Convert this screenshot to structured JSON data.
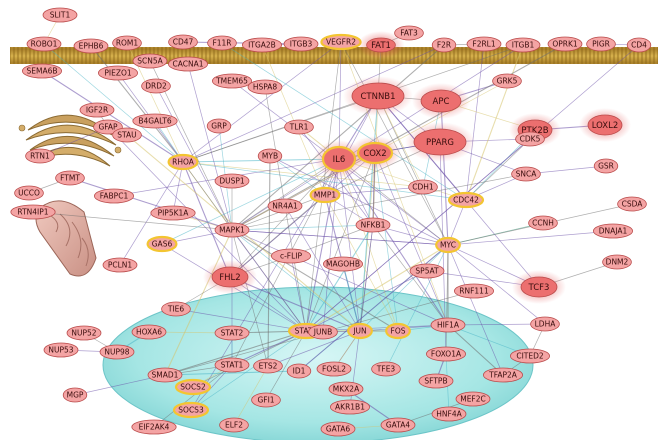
{
  "colors": {
    "node_fill": "#f4a4a4",
    "node_fill_strong": "#ec6f6f",
    "node_stroke": "#b94a4a",
    "highlight_stroke": "#f3c531",
    "membrane": "#b38a2e",
    "nucleus": "#9be3e1",
    "edge_purple": "#6a4ea8",
    "edge_gray": "#6e6e6e",
    "edge_yellow": "#d6c36a",
    "edge_cyan": "#49b5c6"
  },
  "nodes": [
    {
      "id": "SLIT1",
      "label": "SLIT1",
      "hl": false,
      "strong": false
    },
    {
      "id": "ROBO1",
      "label": "ROBO1",
      "hl": false,
      "strong": false
    },
    {
      "id": "EPHB6",
      "label": "EPHB6",
      "hl": false,
      "strong": false
    },
    {
      "id": "ROM1",
      "label": "ROM1",
      "hl": false,
      "strong": false
    },
    {
      "id": "CD47",
      "label": "CD47",
      "hl": false,
      "strong": false
    },
    {
      "id": "F11R",
      "label": "F11R",
      "hl": false,
      "strong": false
    },
    {
      "id": "ITGA2B",
      "label": "ITGA2B",
      "hl": false,
      "strong": false
    },
    {
      "id": "ITGB3",
      "label": "ITGB3",
      "hl": false,
      "strong": false
    },
    {
      "id": "VEGFR2",
      "label": "VEGFR2",
      "hl": true,
      "strong": false
    },
    {
      "id": "FAT1",
      "label": "FAT1",
      "hl": false,
      "strong": true
    },
    {
      "id": "FAT3",
      "label": "FAT3",
      "hl": false,
      "strong": false
    },
    {
      "id": "F2R",
      "label": "F2R",
      "hl": false,
      "strong": false
    },
    {
      "id": "F2RL1",
      "label": "F2RL1",
      "hl": false,
      "strong": false
    },
    {
      "id": "ITGB1",
      "label": "ITGB1",
      "hl": false,
      "strong": false
    },
    {
      "id": "OPRK1",
      "label": "OPRK1",
      "hl": false,
      "strong": false
    },
    {
      "id": "PIGR",
      "label": "PIGR",
      "hl": false,
      "strong": false
    },
    {
      "id": "CD4",
      "label": "CD4",
      "hl": false,
      "strong": false
    },
    {
      "id": "SEMA6B",
      "label": "SEMA6B",
      "hl": false,
      "strong": false
    },
    {
      "id": "PIEZO1",
      "label": "PIEZO1",
      "hl": false,
      "strong": false
    },
    {
      "id": "SCN5A",
      "label": "SCN5A",
      "hl": false,
      "strong": false
    },
    {
      "id": "CACNA1",
      "label": "CACNA1",
      "hl": false,
      "strong": false
    },
    {
      "id": "DRD2",
      "label": "DRD2",
      "hl": false,
      "strong": false
    },
    {
      "id": "TMEM65",
      "label": "TMEM65",
      "hl": false,
      "strong": false
    },
    {
      "id": "HSPA8",
      "label": "HSPA8",
      "hl": false,
      "strong": false
    },
    {
      "id": "CTNNB1",
      "label": "CTNNB1",
      "hl": false,
      "strong": true
    },
    {
      "id": "APC",
      "label": "APC",
      "hl": false,
      "strong": true
    },
    {
      "id": "GRK5",
      "label": "GRK5",
      "hl": false,
      "strong": false
    },
    {
      "id": "PTK2B",
      "label": "PTK2B",
      "hl": false,
      "strong": true
    },
    {
      "id": "LOXL2",
      "label": "LOXL2",
      "hl": false,
      "strong": true
    },
    {
      "id": "IGF2R",
      "label": "IGF2R",
      "hl": false,
      "strong": false
    },
    {
      "id": "GFAP",
      "label": "GFAP",
      "hl": false,
      "strong": false
    },
    {
      "id": "STAU",
      "label": "STAU",
      "hl": false,
      "strong": false
    },
    {
      "id": "B4GALT6",
      "label": "B4GALT6",
      "hl": false,
      "strong": false
    },
    {
      "id": "GRP",
      "label": "GRP",
      "hl": false,
      "strong": false
    },
    {
      "id": "TLR1",
      "label": "TLR1",
      "hl": false,
      "strong": false
    },
    {
      "id": "PPARG",
      "label": "PPARG",
      "hl": false,
      "strong": true
    },
    {
      "id": "CDK5",
      "label": "CDK5",
      "hl": false,
      "strong": false
    },
    {
      "id": "SNCA",
      "label": "SNCA",
      "hl": false,
      "strong": false
    },
    {
      "id": "GSR",
      "label": "GSR",
      "hl": false,
      "strong": false
    },
    {
      "id": "RTN1",
      "label": "RTN1",
      "hl": false,
      "strong": false
    },
    {
      "id": "UCCO",
      "label": "UCCO",
      "hl": false,
      "strong": false
    },
    {
      "id": "FTMT",
      "label": "FTMT",
      "hl": false,
      "strong": false
    },
    {
      "id": "RHOA",
      "label": "RHOA",
      "hl": true,
      "strong": false
    },
    {
      "id": "MYB",
      "label": "MYB",
      "hl": false,
      "strong": false
    },
    {
      "id": "IL6",
      "label": "IL6",
      "hl": true,
      "strong": true
    },
    {
      "id": "COX2",
      "label": "COX2",
      "hl": true,
      "strong": true
    },
    {
      "id": "CDH1",
      "label": "CDH1",
      "hl": false,
      "strong": false
    },
    {
      "id": "CDC42",
      "label": "CDC42",
      "hl": true,
      "strong": false
    },
    {
      "id": "CSDA",
      "label": "CSDA",
      "hl": false,
      "strong": false
    },
    {
      "id": "FABPC1",
      "label": "FABPC1",
      "hl": false,
      "strong": false
    },
    {
      "id": "DUSP1",
      "label": "DUSP1",
      "hl": false,
      "strong": false
    },
    {
      "id": "MMP1",
      "label": "MMP1",
      "hl": true,
      "strong": false
    },
    {
      "id": "NR4A1",
      "label": "NR4A1",
      "hl": false,
      "strong": false
    },
    {
      "id": "NFKB1",
      "label": "NFKB1",
      "hl": false,
      "strong": false
    },
    {
      "id": "CCNH",
      "label": "CCNH",
      "hl": false,
      "strong": false
    },
    {
      "id": "DNAJA1",
      "label": "DNAJA1",
      "hl": false,
      "strong": false
    },
    {
      "id": "PIP5K1A",
      "label": "PIP5K1A",
      "hl": false,
      "strong": false
    },
    {
      "id": "MAPK1",
      "label": "MAPK1",
      "hl": false,
      "strong": false
    },
    {
      "id": "MYC",
      "label": "MYC",
      "hl": true,
      "strong": false
    },
    {
      "id": "GAS6",
      "label": "GAS6",
      "hl": true,
      "strong": false
    },
    {
      "id": "FHL2",
      "label": "FHL2",
      "hl": false,
      "strong": true
    },
    {
      "id": "CFLIP",
      "label": "c-FLIP",
      "hl": false,
      "strong": false
    },
    {
      "id": "MAGOHB",
      "label": "MAGOHB",
      "hl": false,
      "strong": false
    },
    {
      "id": "DNM2",
      "label": "DNM2",
      "hl": false,
      "strong": false
    },
    {
      "id": "SP5AT",
      "label": "SP5AT",
      "hl": false,
      "strong": false
    },
    {
      "id": "RNF111",
      "label": "RNF111",
      "hl": false,
      "strong": false
    },
    {
      "id": "TCF3",
      "label": "TCF3",
      "hl": false,
      "strong": true
    },
    {
      "id": "PCLN1",
      "label": "PCLN1",
      "hl": false,
      "strong": false
    },
    {
      "id": "TIE6",
      "label": "TIE6",
      "hl": false,
      "strong": false
    },
    {
      "id": "NUP52",
      "label": "NUP52",
      "hl": false,
      "strong": false
    },
    {
      "id": "NUP53",
      "label": "NUP53",
      "hl": false,
      "strong": false
    },
    {
      "id": "NUP98",
      "label": "NUP98",
      "hl": false,
      "strong": false
    },
    {
      "id": "HOXA6",
      "label": "HOXA6",
      "hl": false,
      "strong": false
    },
    {
      "id": "STAT2",
      "label": "STAT2",
      "hl": false,
      "strong": false
    },
    {
      "id": "STAT3",
      "label": "STAT3",
      "hl": true,
      "strong": false
    },
    {
      "id": "JUNB",
      "label": "JUNB",
      "hl": false,
      "strong": false
    },
    {
      "id": "JUN",
      "label": "JUN",
      "hl": true,
      "strong": false
    },
    {
      "id": "FOS",
      "label": "FOS",
      "hl": true,
      "strong": false
    },
    {
      "id": "HIF1A",
      "label": "HIF1A",
      "hl": false,
      "strong": false
    },
    {
      "id": "LDHA",
      "label": "LDHA",
      "hl": false,
      "strong": false
    },
    {
      "id": "SMAD1",
      "label": "SMAD1",
      "hl": false,
      "strong": false
    },
    {
      "id": "STAT1",
      "label": "STAT1",
      "hl": false,
      "strong": false
    },
    {
      "id": "ETS2",
      "label": "ETS2",
      "hl": false,
      "strong": false
    },
    {
      "id": "ID1",
      "label": "ID1",
      "hl": false,
      "strong": false
    },
    {
      "id": "FOSL2",
      "label": "FOSL2",
      "hl": false,
      "strong": false
    },
    {
      "id": "TFE3",
      "label": "TFE3",
      "hl": false,
      "strong": false
    },
    {
      "id": "FOXO1A",
      "label": "FOXO1A",
      "hl": false,
      "strong": false
    },
    {
      "id": "CITED2",
      "label": "CITED2",
      "hl": false,
      "strong": false
    },
    {
      "id": "MGP",
      "label": "MGP",
      "hl": false,
      "strong": false
    },
    {
      "id": "SOCS2",
      "label": "SOCS2",
      "hl": true,
      "strong": false
    },
    {
      "id": "SOCS3",
      "label": "SOCS3",
      "hl": true,
      "strong": false
    },
    {
      "id": "GFI1",
      "label": "GFI1",
      "hl": false,
      "strong": false
    },
    {
      "id": "MKX2A",
      "label": "MKX2A",
      "hl": false,
      "strong": false
    },
    {
      "id": "SFTPB",
      "label": "SFTPB",
      "hl": false,
      "strong": false
    },
    {
      "id": "TFAP2A",
      "label": "TFAP2A",
      "hl": false,
      "strong": false
    },
    {
      "id": "MEF2C",
      "label": "MEF2C",
      "hl": false,
      "strong": false
    },
    {
      "id": "AKR1B1",
      "label": "AKR1B1",
      "hl": false,
      "strong": false
    },
    {
      "id": "HNF4A",
      "label": "HNF4A",
      "hl": false,
      "strong": false
    },
    {
      "id": "EIF2AK4",
      "label": "EIF2AK4",
      "hl": false,
      "strong": false
    },
    {
      "id": "ELF2",
      "label": "ELF2",
      "hl": false,
      "strong": false
    },
    {
      "id": "GATA6",
      "label": "GATA6",
      "hl": false,
      "strong": false
    },
    {
      "id": "GATA4",
      "label": "GATA4",
      "hl": false,
      "strong": false
    },
    {
      "id": "RTN4IP1",
      "label": "RTN4IP1",
      "hl": false,
      "strong": false
    }
  ]
}
